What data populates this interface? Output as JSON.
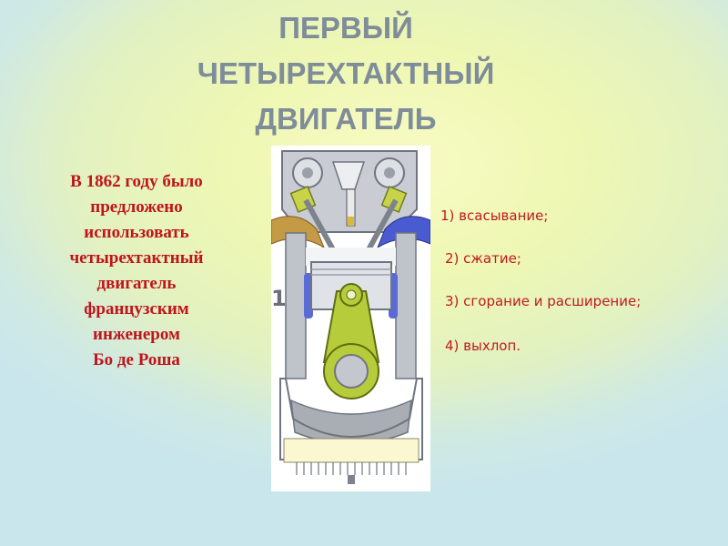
{
  "title": {
    "line1": "ПЕРВЫЙ",
    "line2": "ЧЕТЫРЕХТАКТНЫЙ",
    "line3": "ДВИГАТЕЛЬ"
  },
  "intro": {
    "lines": [
      "В  1862 году было",
      "предложено",
      "использовать",
      "четырехтактный",
      "двигатель",
      "французским",
      "инженером",
      "Бо де Роша"
    ]
  },
  "strokes": {
    "items": [
      "1)    всасывание;",
      "2) сжатие;",
      "3) сгорание и расширение;",
      "4) выхлоп."
    ]
  },
  "engine": {
    "stroke_number": "1",
    "icon": "engine-cutaway-diagram"
  },
  "colors": {
    "title": "#7f8c99",
    "intro_text": "#c0141b",
    "list_text": "#c01a20",
    "connecting_rod": "#b7cc3a",
    "intake_port": "#c59a44",
    "exhaust_port": "#4a5ad0"
  }
}
